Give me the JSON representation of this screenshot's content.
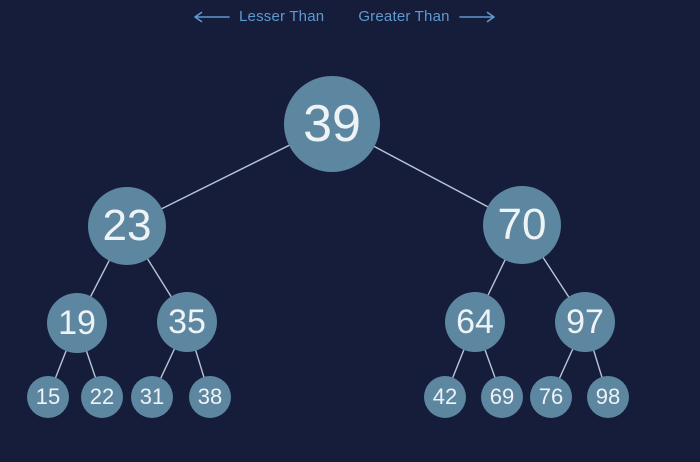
{
  "legend": {
    "lesser_label": "Lesser Than",
    "greater_label": "Greater Than"
  },
  "colors": {
    "background": "#161d3a",
    "node_fill": "#5d87a0",
    "node_text": "#eef3f6",
    "edge": "#b8c5d9",
    "legend_text": "#5d9ad0"
  },
  "tree": {
    "type": "binary-search-tree",
    "nodes": [
      {
        "value": "39",
        "parent": null
      },
      {
        "value": "23",
        "parent": "39"
      },
      {
        "value": "70",
        "parent": "39"
      },
      {
        "value": "19",
        "parent": "23"
      },
      {
        "value": "35",
        "parent": "23"
      },
      {
        "value": "64",
        "parent": "70"
      },
      {
        "value": "97",
        "parent": "70"
      },
      {
        "value": "15",
        "parent": "19"
      },
      {
        "value": "22",
        "parent": "19"
      },
      {
        "value": "31",
        "parent": "35"
      },
      {
        "value": "38",
        "parent": "35"
      },
      {
        "value": "42",
        "parent": "64"
      },
      {
        "value": "69",
        "parent": "64"
      },
      {
        "value": "76",
        "parent": "97"
      },
      {
        "value": "98",
        "parent": "97"
      }
    ]
  }
}
